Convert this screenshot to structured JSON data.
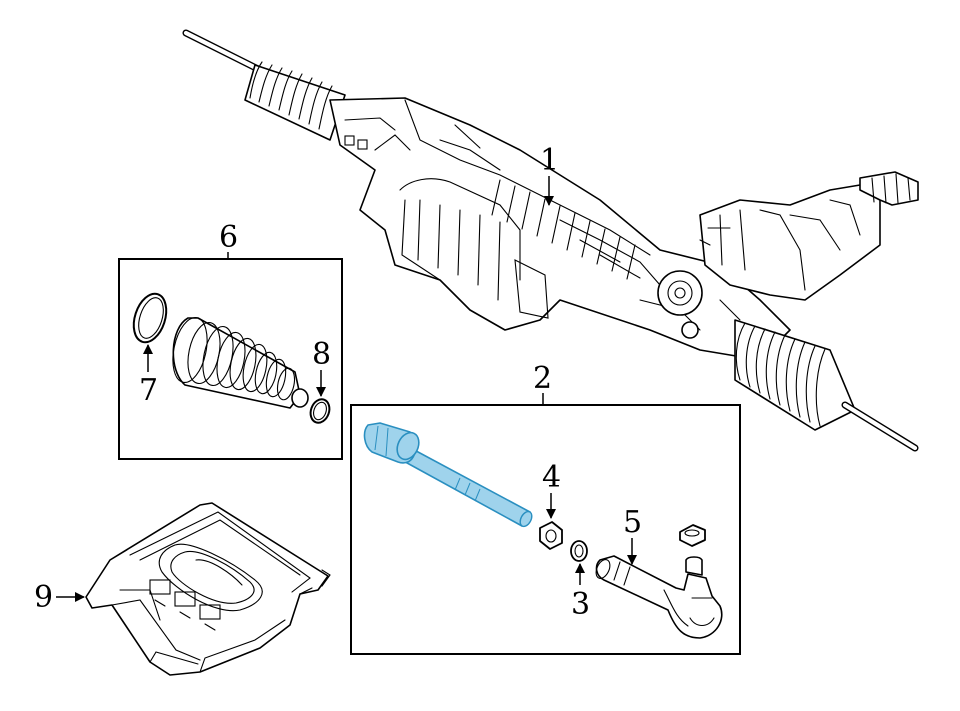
{
  "diagram": {
    "callouts": {
      "c1": "1",
      "c2": "2",
      "c3": "3",
      "c4": "4",
      "c5": "5",
      "c6": "6",
      "c7": "7",
      "c8": "8",
      "c9": "9"
    },
    "colors": {
      "line": "#000000",
      "background": "#ffffff",
      "highlight": "#9fd3ec",
      "highlight_stroke": "#2a8fc0"
    }
  }
}
